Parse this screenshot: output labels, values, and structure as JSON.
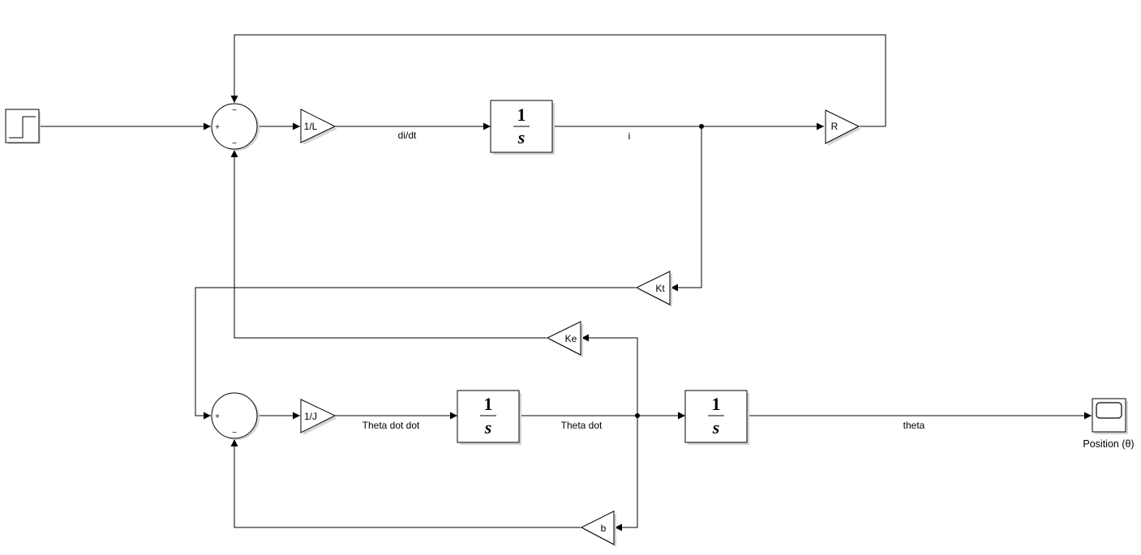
{
  "blocks": {
    "step": {},
    "sum_electrical": {
      "sign_in": "+",
      "sign_top": "−",
      "sign_bottom": "−"
    },
    "gain_inv_L": {
      "label": "1/L"
    },
    "integrator_current": {
      "numerator": "1",
      "denominator": "s"
    },
    "gain_R": {
      "label": "R"
    },
    "gain_Kt": {
      "label": "Kt"
    },
    "gain_Ke": {
      "label": "Ke"
    },
    "sum_mechanical": {
      "sign_in": "+",
      "sign_bottom": "−"
    },
    "gain_inv_J": {
      "label": "1/J"
    },
    "integrator_speed": {
      "numerator": "1",
      "denominator": "s"
    },
    "integrator_position": {
      "numerator": "1",
      "denominator": "s"
    },
    "gain_b": {
      "label": "b"
    },
    "scope": {
      "caption": "Position (θ)"
    }
  },
  "signals": {
    "di_dt": "di/dt",
    "i": "i",
    "theta_ddot": "Theta dot dot",
    "theta_dot": "Theta dot",
    "theta": "theta"
  }
}
